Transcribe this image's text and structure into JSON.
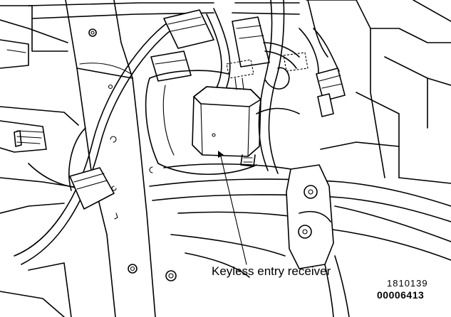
{
  "diagram": {
    "callout": {
      "label": "Keyless entry receiver"
    },
    "figure_code": "1810139",
    "document_number": "00006413"
  }
}
